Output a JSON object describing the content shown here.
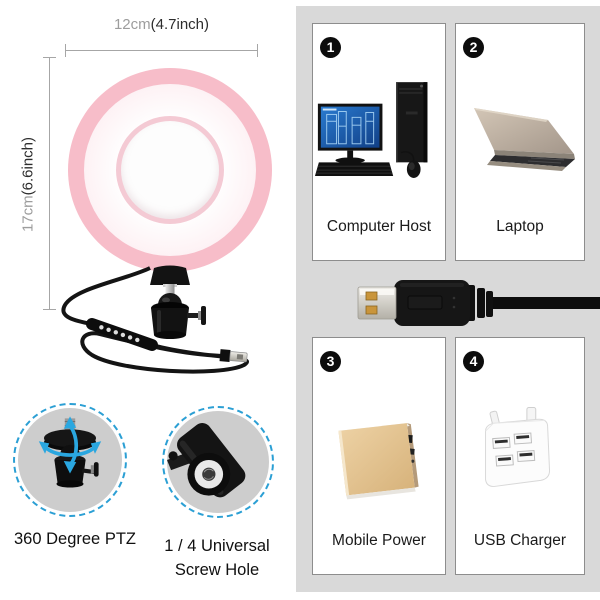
{
  "dimensions": {
    "width_metric": "12cm",
    "width_imperial": "(4.7inch)",
    "height_metric": "17cm",
    "height_imperial": "(6.6inch)"
  },
  "callouts": {
    "ptz": {
      "label": "360 Degree PTZ"
    },
    "screw": {
      "line1": "1 / 4 Universal",
      "line2": "Screw Hole"
    }
  },
  "compatibility": {
    "items": [
      {
        "number": "1",
        "label": "Computer Host"
      },
      {
        "number": "2",
        "label": "Laptop"
      },
      {
        "number": "3",
        "label": "Mobile Power"
      },
      {
        "number": "4",
        "label": "USB Charger"
      }
    ]
  },
  "colors": {
    "ring_pink": "#f7bdc9",
    "panel_gray": "#d9d9d9",
    "callout_dash_blue": "#2b9fd4",
    "arrow_blue": "#2aa7e0",
    "powerbank_gold": "#e3c08f",
    "screen_blue": "#1d63b8"
  }
}
